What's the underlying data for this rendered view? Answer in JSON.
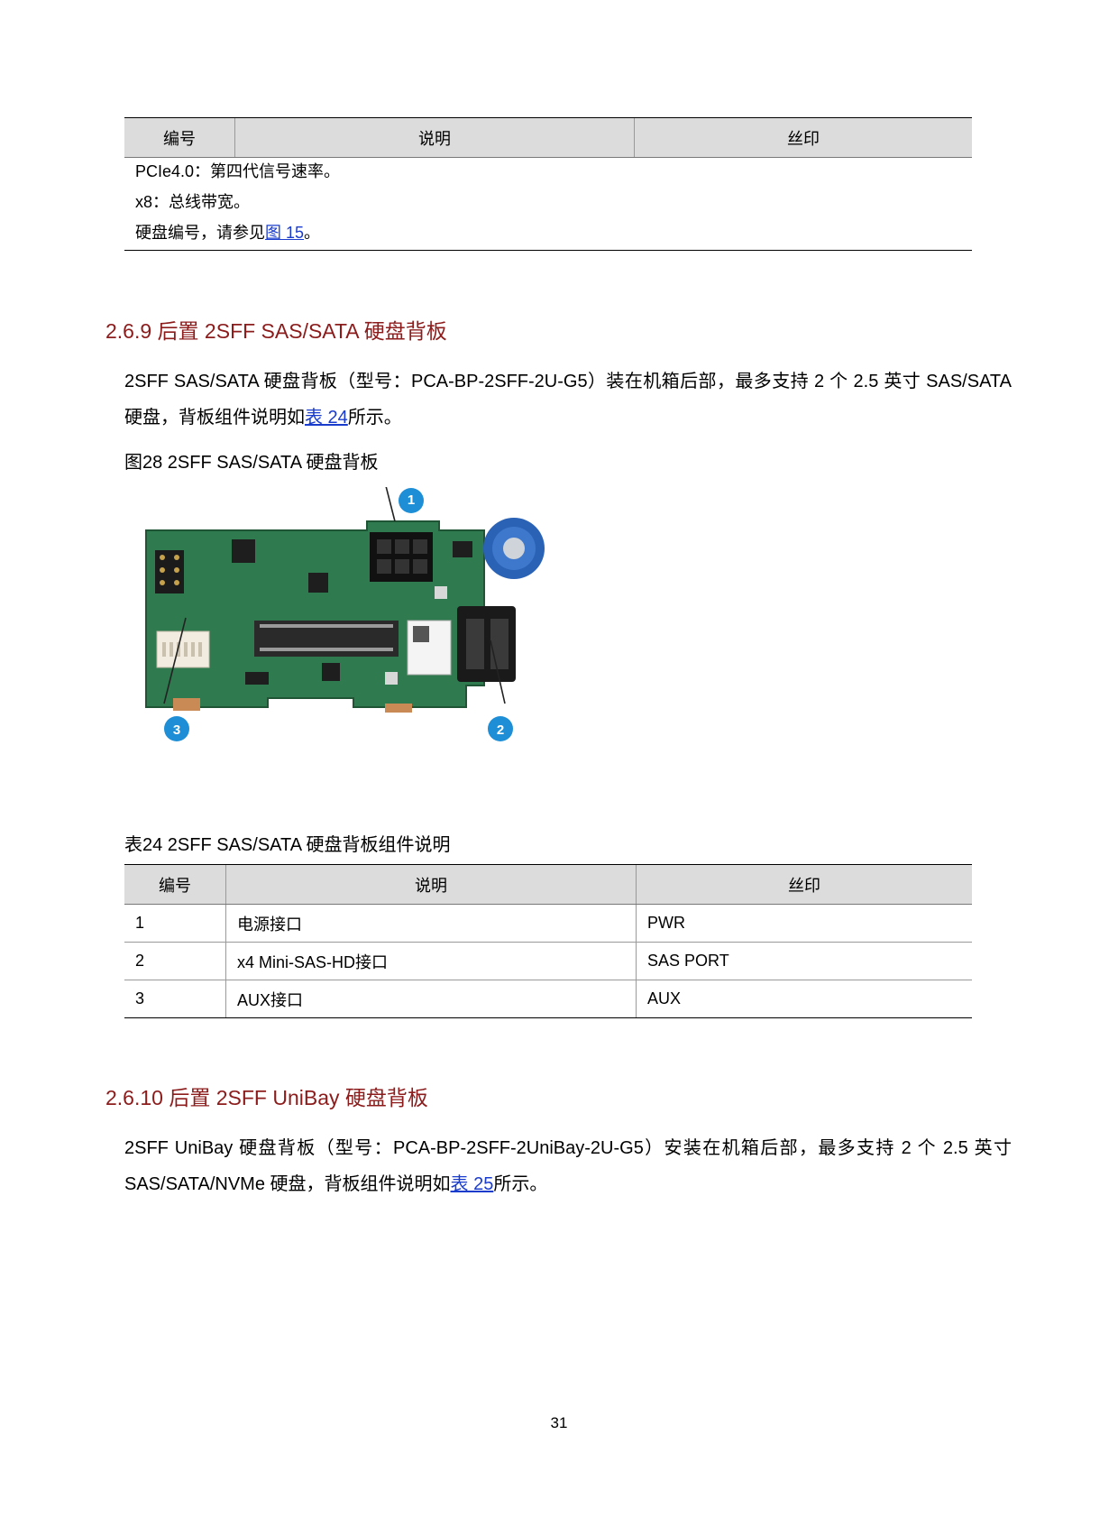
{
  "table_top": {
    "headers": [
      "编号",
      "说明",
      "丝印"
    ],
    "rows": [
      "PCIe4.0：第四代信号速率。",
      "x8：总线带宽。",
      "硬盘编号，请参见"
    ],
    "row3_link": "图 15",
    "row3_end": "。"
  },
  "section1": {
    "heading": "2.6.9  后置 2SFF SAS/SATA 硬盘背板",
    "para_a": "2SFF SAS/SATA 硬盘背板（型号：PCA-BP-2SFF-2U-G5）装在机箱后部，最多支持 2 个 2.5 英寸 SAS/SATA 硬盘，背板组件说明如",
    "para_link": "表 24",
    "para_b": "所示。",
    "figure_caption": "图28 2SFF SAS/SATA 硬盘背板",
    "callouts": [
      "1",
      "2",
      "3"
    ],
    "table_caption": "表24 2SFF SAS/SATA 硬盘背板组件说明",
    "table": {
      "headers": [
        "编号",
        "说明",
        "丝印"
      ],
      "rows": [
        [
          "1",
          "电源接口",
          "PWR"
        ],
        [
          "2",
          "x4 Mini-SAS-HD接口",
          "SAS PORT"
        ],
        [
          "3",
          "AUX接口",
          "AUX"
        ]
      ]
    }
  },
  "section2": {
    "heading": "2.6.10  后置 2SFF UniBay 硬盘背板",
    "para_a": "2SFF UniBay 硬盘背板（型号：PCA-BP-2SFF-2UniBay-2U-G5）安装在机箱后部，最多支持 2 个 2.5 英寸 SAS/SATA/NVMe 硬盘，背板组件说明如",
    "para_link": "表 25",
    "para_b": "所示。"
  },
  "page_number": "31",
  "colors": {
    "heading": "#8c1c1c",
    "link": "#1a3ccc",
    "callout": "#1e8fd6",
    "pcb": "#2f7a4f"
  }
}
